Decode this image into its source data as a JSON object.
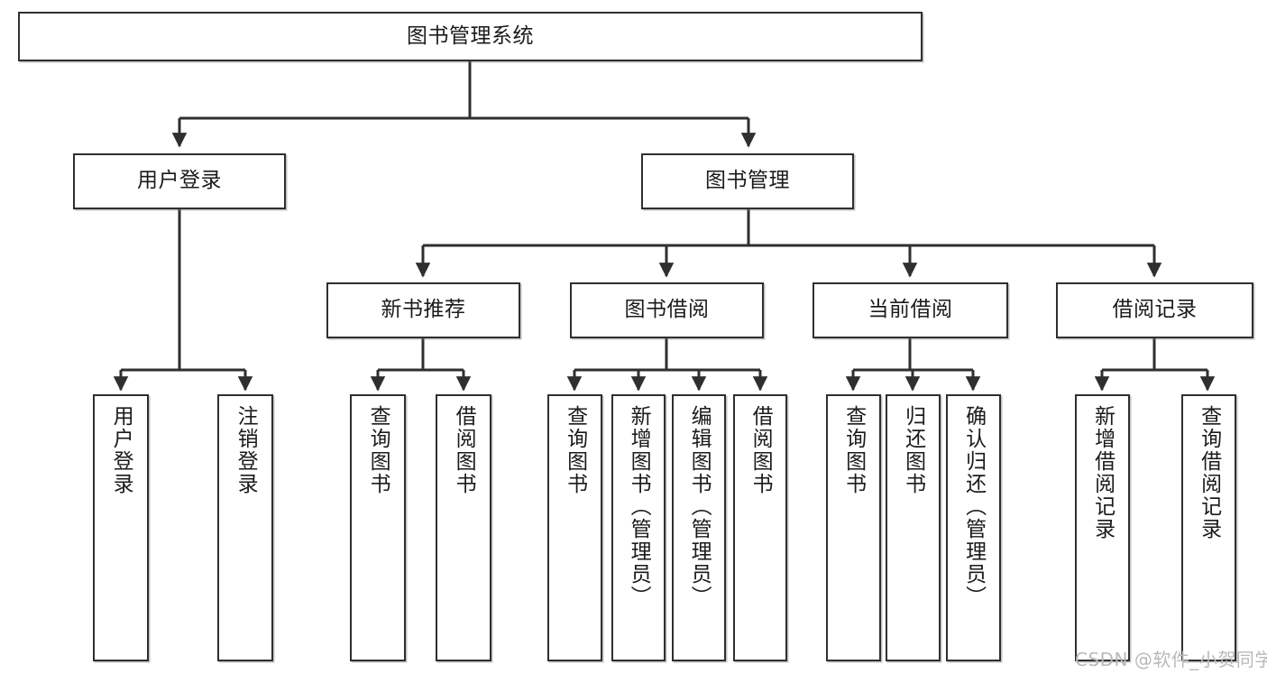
{
  "diagram": {
    "type": "tree-hierarchy-diagram",
    "root": {
      "id": "root",
      "label": "图书管理系统"
    },
    "level2": [
      {
        "id": "user-login",
        "label": "用户登录"
      },
      {
        "id": "book-management",
        "label": "图书管理"
      }
    ],
    "level3": [
      {
        "id": "new-book-recommend",
        "label": "新书推荐",
        "parent": "book-management"
      },
      {
        "id": "book-borrow",
        "label": "图书借阅",
        "parent": "book-management"
      },
      {
        "id": "current-borrow",
        "label": "当前借阅",
        "parent": "book-management"
      },
      {
        "id": "borrow-record",
        "label": "借阅记录",
        "parent": "book-management"
      }
    ],
    "leaves": [
      {
        "id": "leaf-user-login",
        "label": "用户登录",
        "parent": "user-login"
      },
      {
        "id": "leaf-logout-login",
        "label": "注销登录",
        "parent": "user-login"
      },
      {
        "id": "leaf-query-book-1",
        "label": "查询图书",
        "parent": "new-book-recommend"
      },
      {
        "id": "leaf-borrow-book-1",
        "label": "借阅图书",
        "parent": "new-book-recommend"
      },
      {
        "id": "leaf-query-book-2",
        "label": "查询图书",
        "parent": "book-borrow"
      },
      {
        "id": "leaf-add-book",
        "label": "新增图书（管理员）",
        "parent": "book-borrow"
      },
      {
        "id": "leaf-edit-book",
        "label": "编辑图书（管理员）",
        "parent": "book-borrow"
      },
      {
        "id": "leaf-borrow-book-2",
        "label": "借阅图书",
        "parent": "book-borrow"
      },
      {
        "id": "leaf-query-book-3",
        "label": "查询图书",
        "parent": "current-borrow"
      },
      {
        "id": "leaf-return-book",
        "label": "归还图书",
        "parent": "current-borrow"
      },
      {
        "id": "leaf-confirm-return",
        "label": "确认归还（管理员）",
        "parent": "current-borrow"
      },
      {
        "id": "leaf-add-record",
        "label": "新增借阅记录",
        "parent": "borrow-record"
      },
      {
        "id": "leaf-query-record",
        "label": "查询借阅记录",
        "parent": "borrow-record"
      }
    ]
  },
  "watermark": {
    "text": "CSDN @软件_小贺同学"
  },
  "colors": {
    "background": "#ffffff",
    "box_border": "#2f2f2f",
    "box_fill": "#ffffff",
    "text": "#1b1b1b",
    "connector": "#2f2f2f",
    "watermark": "#b9b9b9"
  }
}
